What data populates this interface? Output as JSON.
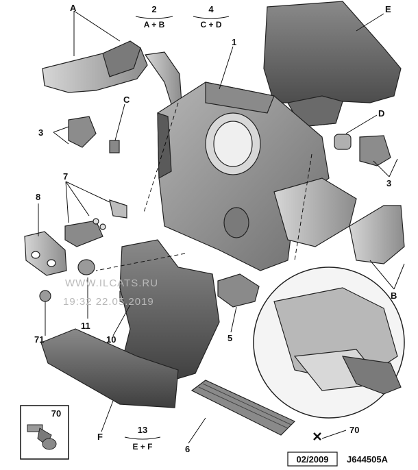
{
  "callouts": {
    "A": "A",
    "B": "B",
    "C": "C",
    "D": "D",
    "E": "E",
    "F": "F",
    "n1": "1",
    "n3a": "3",
    "n3b": "3",
    "n5": "5",
    "n6": "6",
    "n7": "7",
    "n8": "8",
    "n10": "10",
    "n11": "11",
    "n70": "70",
    "n71": "71"
  },
  "groups": {
    "g2": {
      "num": "2",
      "sub": "A + B"
    },
    "g4": {
      "num": "4",
      "sub": "C + D"
    },
    "g13": {
      "num": "13",
      "sub": "E + F"
    }
  },
  "inset": {
    "label": "70"
  },
  "footer": {
    "date": "02/2009",
    "ref": "J644505A"
  },
  "watermark": {
    "line1": "WWW.ILCATS.RU",
    "line2": "19:32 22.05.2019"
  },
  "colors": {
    "part_fill": "#9a9a9a",
    "part_dark": "#5a5a5a",
    "part_light": "#c8c8c8",
    "ink": "#111111"
  }
}
